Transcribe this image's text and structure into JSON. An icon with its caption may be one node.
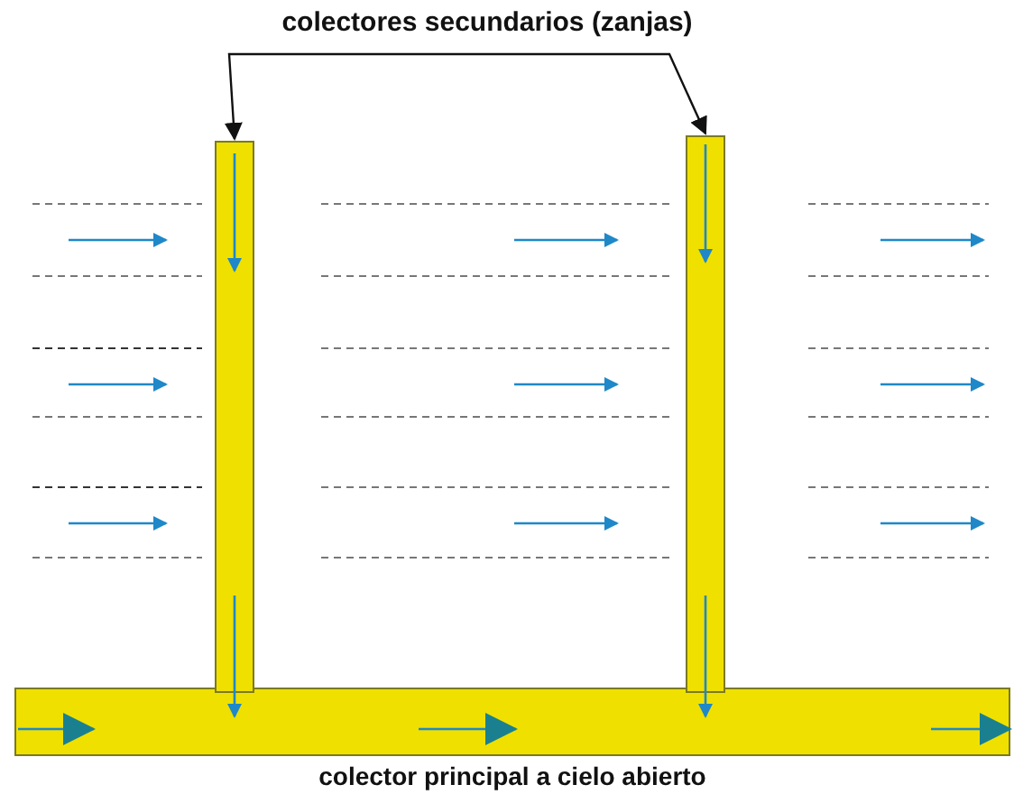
{
  "diagram": {
    "nodes": [
      {
        "text": [
          "colectores secundarios (zanjas)"
        ]
      },
      {
        "text": [],
        "shape": "bar"
      },
      {
        "text": [],
        "shape": "bar"
      },
      {
        "text": [],
        "shape": "bar",
        "beside": [
          "colector principal a cielo abierto"
        ]
      }
    ],
    "edges": [
      {
        "from": 0,
        "to": 1,
        "arrow": "to"
      },
      {
        "from": 0,
        "to": 2,
        "arrow": "to"
      }
    ]
  }
}
